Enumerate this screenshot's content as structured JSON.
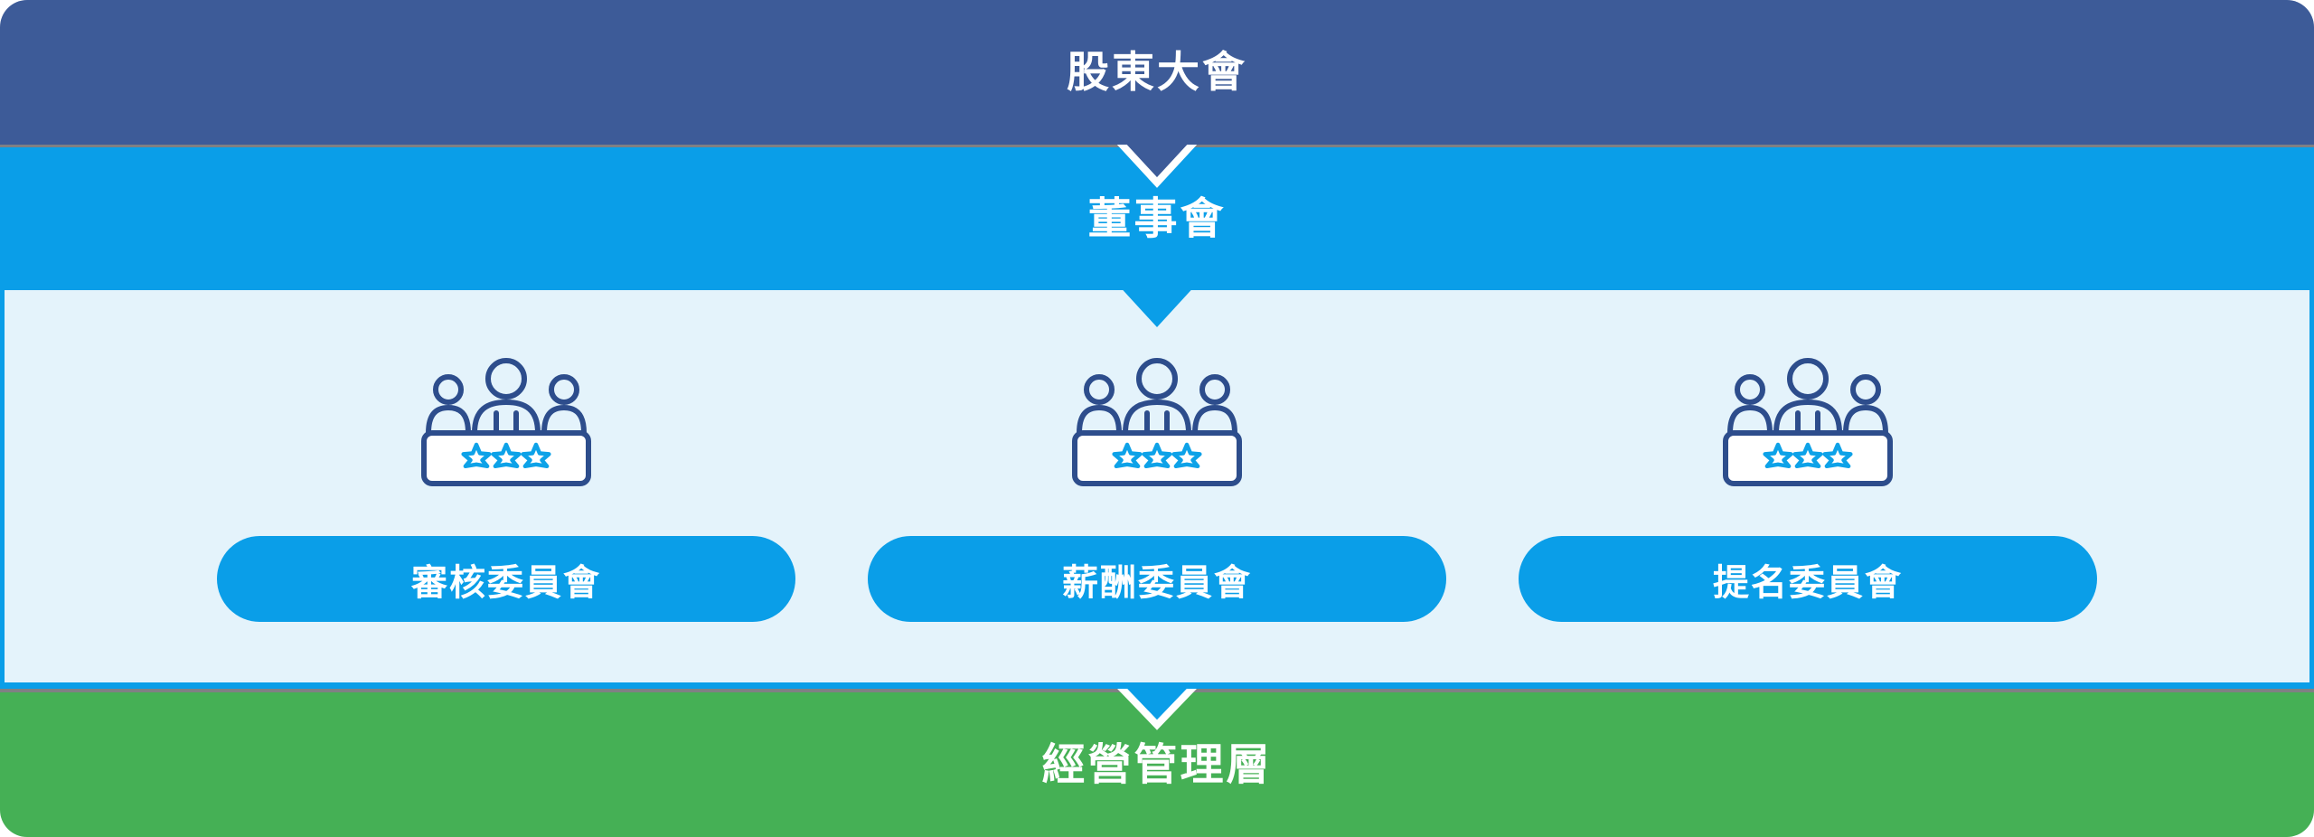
{
  "diagram_title": "corporate-governance-structure",
  "levels": {
    "shareholders": {
      "label": "股東大會"
    },
    "board": {
      "label": "董事會"
    },
    "management": {
      "label": "經營管理層"
    }
  },
  "committees": [
    {
      "label": "審核委員會"
    },
    {
      "label": "薪酬委員會"
    },
    {
      "label": "提名委員會"
    }
  ],
  "icons": [
    "committee-members-icon",
    "arrow-down-icon"
  ],
  "colors": {
    "shareholders_band": "#3d5b98",
    "board_band": "#0a9ee8",
    "committee_panel_bg": "#e4f3fb",
    "committee_pill": "#0a9ee8",
    "management_band": "#45b055",
    "separator_line": "#7f8083",
    "icon_outline": "#2d4d8c",
    "star_outline": "#0da2e8",
    "text": "#ffffff"
  }
}
